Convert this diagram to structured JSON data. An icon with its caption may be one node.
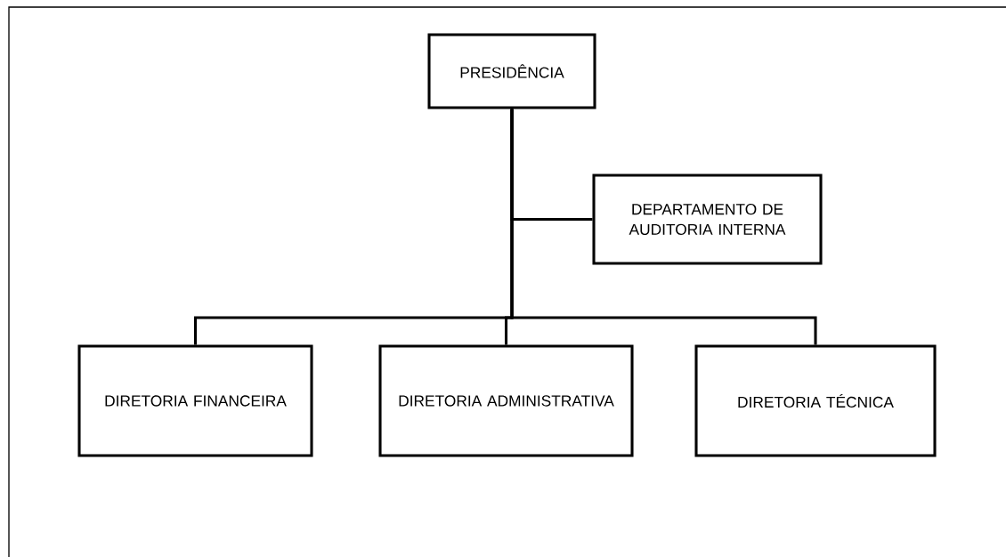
{
  "diagram": {
    "nodes": [
      {
        "text": [
          "PRESIDÊNCIA"
        ]
      },
      {
        "text": [
          "DEPARTAMENTO DE AUDITORIA INTERNA"
        ]
      },
      {
        "text": [
          "DIRETORIA FINANCEIRA"
        ]
      },
      {
        "text": [
          "DIRETORIA ADMINISTRATIVA"
        ]
      },
      {
        "text": [
          "DIRETORIA TÉCNICA"
        ]
      }
    ],
    "edges": [
      {
        "from": 0,
        "to": 1,
        "arrow": "none"
      },
      {
        "from": 0,
        "to": 2,
        "arrow": "none"
      },
      {
        "from": 0,
        "to": 3,
        "arrow": "none"
      },
      {
        "from": 0,
        "to": 4,
        "arrow": "none"
      }
    ]
  }
}
